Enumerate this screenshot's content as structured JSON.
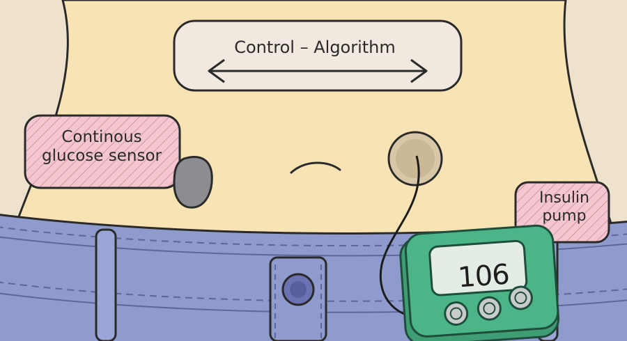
{
  "diagram": {
    "algorithm_label": "Control – Algorithm",
    "cgm_label_line1": "Continous",
    "cgm_label_line2": "glucose sensor",
    "pump_label_line1": "Insulin",
    "pump_label_line2": "pump",
    "pump_display_value": "106"
  },
  "colors": {
    "skin": "#f7e3b3",
    "background": "#efe2cc",
    "jeans": "#8f9bcc",
    "label_pink": "#f4c6cf",
    "label_beige": "#f1e8df",
    "pump_green": "#4cb587",
    "sensor_gray": "#8c8d92"
  }
}
